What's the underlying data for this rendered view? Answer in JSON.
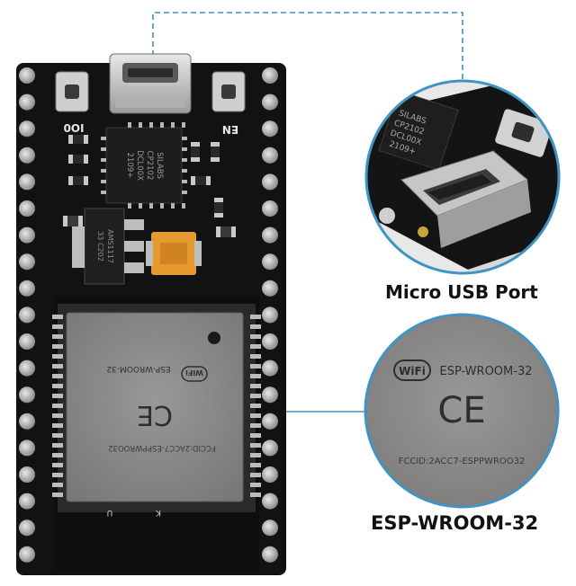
{
  "captions": {
    "usb_port": "Micro USB Port",
    "module": "ESP-WROOM-32"
  },
  "board": {
    "button_left_label": "IO0",
    "button_right_label": "EN",
    "usb_chip_lines": [
      "SILABS",
      "CP2102",
      "DCL00X",
      "2109+"
    ],
    "regulator_lines": [
      "AMS1117",
      "33 C202"
    ],
    "module_fcc": "FCCID:2ACC7-ESPPWROO32",
    "module_name": "ESP-WROOM-32",
    "module_ce": "CE",
    "wifi_logo": "WiFi",
    "pin_marks": [
      "K",
      "U"
    ]
  },
  "zoom_usb": {
    "chip_lines": [
      "SILABS",
      "CP2102",
      "DCL00X",
      "2109+"
    ]
  },
  "zoom_module": {
    "wifi_logo": "WiFi",
    "module_name": "ESP-WROOM-32",
    "ce_mark": "CE",
    "fcc_id": "FCCID:2ACC7-ESPPWROO32"
  },
  "colors": {
    "pcb": "#121212",
    "shield": "#8a8886",
    "pins": "#b9b9b9",
    "leader_line": "#3f94c4",
    "circle_ring": "#3f94c4",
    "tantalum_cap": "#e69a2e"
  }
}
